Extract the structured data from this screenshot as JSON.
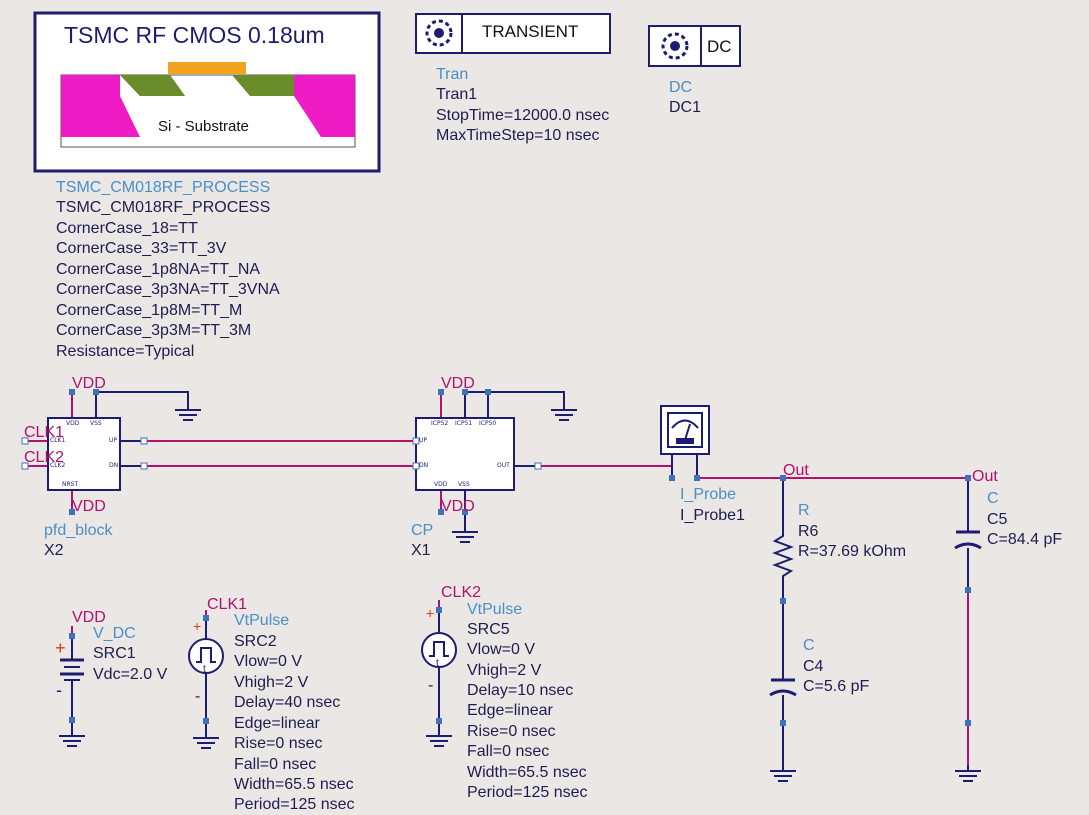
{
  "process": {
    "title": "TSMC RF CMOS 0.18um",
    "substrate_label": "Si - Substrate",
    "params": [
      "TSMC_CM018RF_PROCESS",
      "TSMC_CM018RF_PROCESS",
      "CornerCase_18=TT",
      "CornerCase_33=TT_3V",
      "CornerCase_1p8NA=TT_NA",
      "CornerCase_3p3NA=TT_3VNA",
      "CornerCase_1p8M=TT_M",
      "CornerCase_3p3M=TT_3M",
      "Resistance=Typical"
    ]
  },
  "transient": {
    "box_label": "TRANSIENT",
    "params": [
      "Tran",
      "Tran1",
      "StopTime=12000.0 nsec",
      "MaxTimeStep=10 nsec"
    ]
  },
  "dc": {
    "box_label": "DC",
    "params": [
      "DC",
      "DC1"
    ]
  },
  "pfd": {
    "vdd_top": "VDD",
    "vdd_bottom": "VDD",
    "clk1": "CLK1",
    "clk2": "CLK2",
    "name": "pfd_block",
    "inst": "X2",
    "pins": {
      "vdd": "VDD",
      "vss": "VSS",
      "clk1": "CLK1",
      "clk2": "CLK2",
      "up": "UP",
      "dn": "DN",
      "nrst": "NRST"
    }
  },
  "cp": {
    "vdd_top": "VDD",
    "vdd_bottom": "VDD",
    "name": "CP",
    "inst": "X1",
    "pins": {
      "icp52": "ICP52",
      "icp51": "ICP51",
      "icp50": "ICP50",
      "up": "UP",
      "dn": "DN",
      "out": "OUT",
      "vdd": "VDD",
      "vss": "VSS"
    }
  },
  "probe": {
    "name": "I_Probe",
    "inst": "I_Probe1"
  },
  "nets": {
    "out1": "Out",
    "out2": "Out"
  },
  "r6": {
    "params": [
      "R",
      "R6",
      "R=37.69 kOhm"
    ]
  },
  "c5": {
    "params": [
      "C",
      "C5",
      "C=84.4 pF"
    ]
  },
  "c4": {
    "params": [
      "C",
      "C4",
      "C=5.6 pF"
    ]
  },
  "src1": {
    "net": "VDD",
    "params": [
      "V_DC",
      "SRC1",
      "Vdc=2.0 V"
    ]
  },
  "src2": {
    "net": "CLK1",
    "type": "VtPulse",
    "params": [
      "SRC2",
      "Vlow=0 V",
      "Vhigh=2 V",
      "Delay=40 nsec",
      "Edge=linear",
      "Rise=0 nsec",
      "Fall=0 nsec",
      "Width=65.5 nsec",
      "Period=125 nsec"
    ]
  },
  "src5": {
    "net": "CLK2",
    "type": "VtPulse",
    "params": [
      "SRC5",
      "Vlow=0 V",
      "Vhigh=2 V",
      "Delay=10 nsec",
      "Edge=linear",
      "Rise=0 nsec",
      "Fall=0 nsec",
      "Width=65.5 nsec",
      "Period=125 nsec"
    ]
  },
  "symbols": {
    "plus": "+",
    "minus": "-",
    "time": "t"
  },
  "colors": {
    "wire": "#b0126e",
    "symbol": "#1c1c70",
    "pin": "#3f72b8",
    "label_blue": "#4a8fc8",
    "text_navy": "#1d1d50",
    "background": "#ebe7e4"
  },
  "icons": [
    "simulation-controller-icon",
    "current-probe-meter-icon",
    "pulse-source-icon",
    "ground-icon",
    "battery-icon"
  ]
}
